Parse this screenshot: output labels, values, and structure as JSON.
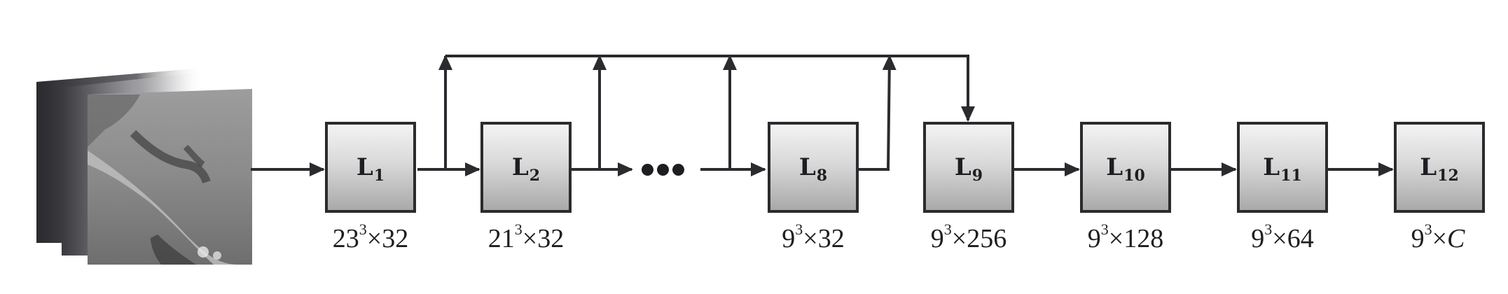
{
  "layers": [
    {
      "id": "L1",
      "base": "L",
      "sub": "1",
      "dim": {
        "base": "23",
        "exp": "3",
        "rest": "×32",
        "italic": ""
      }
    },
    {
      "id": "L2",
      "base": "L",
      "sub": "2",
      "dim": {
        "base": "21",
        "exp": "3",
        "rest": "×32",
        "italic": ""
      }
    },
    {
      "id": "L8",
      "base": "L",
      "sub": "8",
      "dim": {
        "base": "9",
        "exp": "3",
        "rest": "×32",
        "italic": ""
      }
    },
    {
      "id": "L9",
      "base": "L",
      "sub": "9",
      "dim": {
        "base": "9",
        "exp": "3",
        "rest": "×256",
        "italic": ""
      }
    },
    {
      "id": "L10",
      "base": "L",
      "sub": "10",
      "dim": {
        "base": "9",
        "exp": "3",
        "rest": "×128",
        "italic": ""
      }
    },
    {
      "id": "L11",
      "base": "L",
      "sub": "11",
      "dim": {
        "base": "9",
        "exp": "3",
        "rest": "×64",
        "italic": ""
      }
    },
    {
      "id": "L12",
      "base": "L",
      "sub": "12",
      "dim": {
        "base": "9",
        "exp": "3",
        "rest": "×",
        "italic": "C"
      }
    }
  ],
  "input": {
    "image": "mri-input-patch-stack"
  },
  "colors": {
    "ink": "#2b2b2f",
    "box_top": "#f3f3f3",
    "box_bottom": "#a9a9a9"
  }
}
